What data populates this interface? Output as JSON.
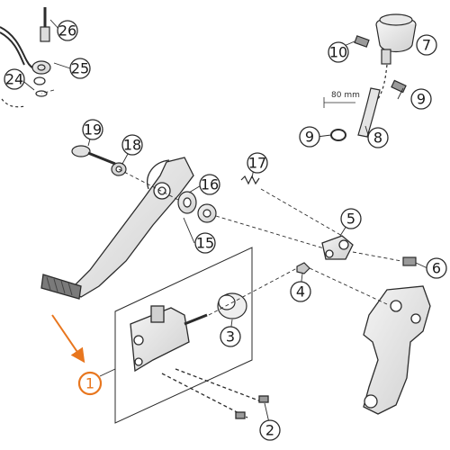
{
  "diagram": {
    "dimension_label": "80 mm",
    "callouts": [
      {
        "id": "c1",
        "label": "1",
        "highlighted": true
      },
      {
        "id": "c2",
        "label": "2"
      },
      {
        "id": "c3",
        "label": "3"
      },
      {
        "id": "c4",
        "label": "4"
      },
      {
        "id": "c5",
        "label": "5"
      },
      {
        "id": "c6",
        "label": "6"
      },
      {
        "id": "c7",
        "label": "7"
      },
      {
        "id": "c8",
        "label": "8"
      },
      {
        "id": "c9a",
        "label": "9"
      },
      {
        "id": "c9b",
        "label": "9"
      },
      {
        "id": "c10",
        "label": "10"
      },
      {
        "id": "c15",
        "label": "15"
      },
      {
        "id": "c16",
        "label": "16"
      },
      {
        "id": "c17",
        "label": "17"
      },
      {
        "id": "c18",
        "label": "18"
      },
      {
        "id": "c19",
        "label": "19"
      },
      {
        "id": "c24",
        "label": "24"
      },
      {
        "id": "c25",
        "label": "25"
      },
      {
        "id": "c26",
        "label": "26"
      }
    ]
  },
  "colors": {
    "line": "#2b2b2b",
    "part_fill": "#e6e6e6",
    "part_dark": "#8c8c8c",
    "highlight": "#e8761e",
    "background": "#ffffff"
  }
}
